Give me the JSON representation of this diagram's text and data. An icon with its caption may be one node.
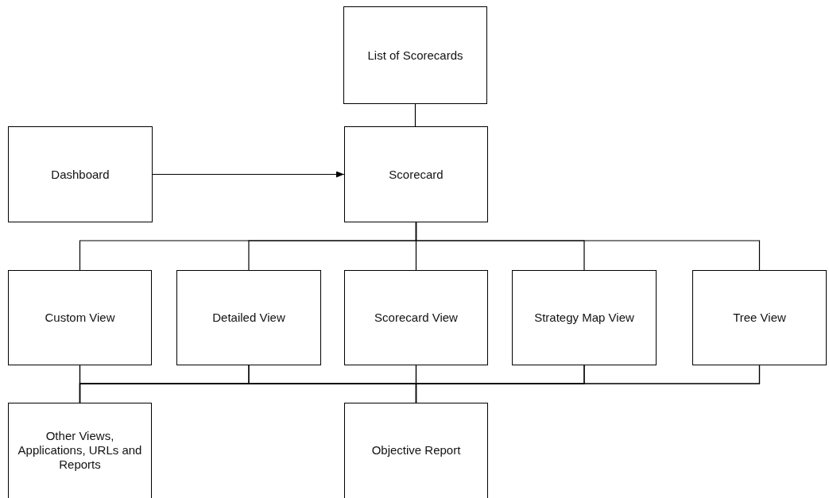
{
  "diagram": {
    "nodes": [
      {
        "text": [
          "List of Scorecards"
        ]
      },
      {
        "text": [
          "Dashboard"
        ]
      },
      {
        "text": [
          "Scorecard"
        ]
      },
      {
        "text": [
          "Custom View"
        ]
      },
      {
        "text": [
          "Detailed View"
        ]
      },
      {
        "text": [
          "Scorecard View"
        ]
      },
      {
        "text": [
          "Strategy Map View"
        ]
      },
      {
        "text": [
          "Tree View"
        ]
      },
      {
        "text": [
          "Other Views, Applications, URLs and Reports"
        ]
      },
      {
        "text": [
          "Objective Report"
        ]
      }
    ],
    "edges": [
      {
        "from": 0,
        "to": 2,
        "arrow": "none"
      },
      {
        "from": 1,
        "to": 2,
        "arrow": "to"
      },
      {
        "from": 2,
        "to": 3,
        "arrow": "none"
      },
      {
        "from": 2,
        "to": 4,
        "arrow": "none"
      },
      {
        "from": 2,
        "to": 5,
        "arrow": "none"
      },
      {
        "from": 2,
        "to": 6,
        "arrow": "none"
      },
      {
        "from": 2,
        "to": 7,
        "arrow": "none"
      },
      {
        "from": 3,
        "to": 8,
        "arrow": "none"
      },
      {
        "from": 4,
        "to": 8,
        "arrow": "none"
      },
      {
        "from": 5,
        "to": 8,
        "arrow": "none"
      },
      {
        "from": 6,
        "to": 8,
        "arrow": "none"
      },
      {
        "from": 7,
        "to": 8,
        "arrow": "none"
      },
      {
        "from": 3,
        "to": 9,
        "arrow": "none"
      },
      {
        "from": 4,
        "to": 9,
        "arrow": "none"
      },
      {
        "from": 5,
        "to": 9,
        "arrow": "none"
      },
      {
        "from": 6,
        "to": 9,
        "arrow": "none"
      },
      {
        "from": 7,
        "to": 9,
        "arrow": "none"
      }
    ]
  }
}
